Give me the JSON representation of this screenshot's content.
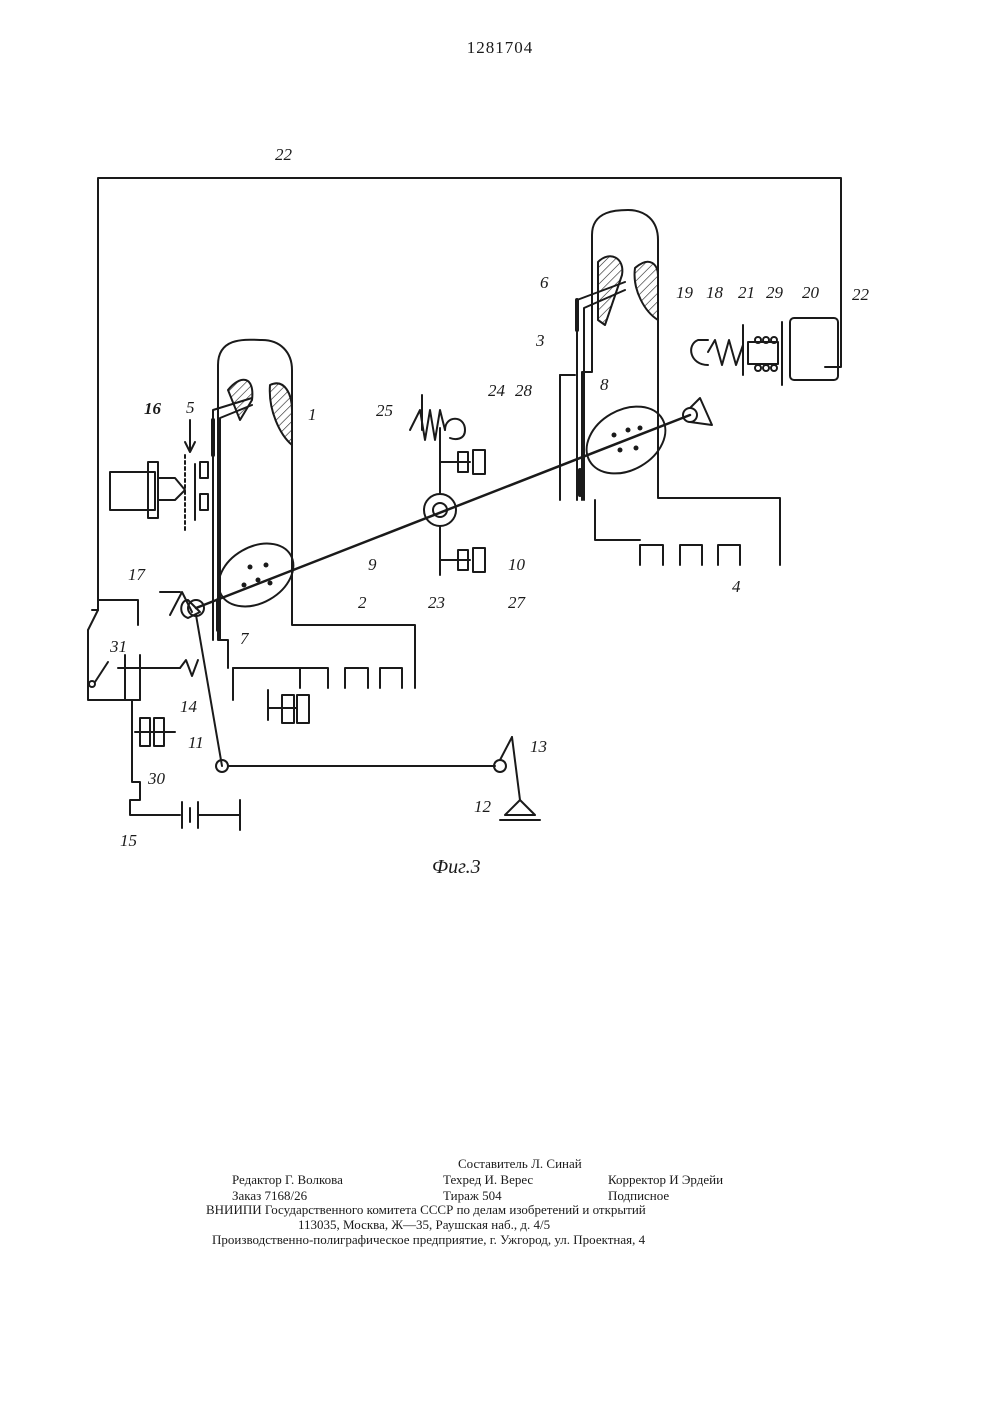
{
  "page_number": "1281704",
  "figure": {
    "caption": "Фиг.3",
    "labels": {
      "l1": "1",
      "l2": "2",
      "l3": "3",
      "l4": "4",
      "l5": "5",
      "l6": "6",
      "l7": "7",
      "l8": "8",
      "l9": "9",
      "l10": "10",
      "l11": "11",
      "l12": "12",
      "l13": "13",
      "l14": "14",
      "l15": "15",
      "l16": "16",
      "l17": "17",
      "l18": "18",
      "l19": "19",
      "l20": "20",
      "l21": "21",
      "l22a": "22",
      "l22b": "22",
      "l23": "23",
      "l24": "24",
      "l25": "25",
      "l27": "27",
      "l28": "28",
      "l29": "29",
      "l30": "30",
      "l31": "31"
    }
  },
  "colophon": {
    "compiler": "Составитель Л. Синай",
    "editor": "Редактор Г. Волкова",
    "techred": "Техред И. Верес",
    "corrector": "Корректор И Эрдейи",
    "order": "Заказ 7168/26",
    "circulation": "Тираж 504",
    "subscription": "Подписное",
    "institute": "ВНИИПИ Государственного комитета СССР по делам изобретений и открытий",
    "address": "113035, Москва, Ж—35, Раушская наб., д. 4/5",
    "printer": "Производственно-полиграфическое предприятие, г. Ужгород, ул. Проектная, 4"
  }
}
